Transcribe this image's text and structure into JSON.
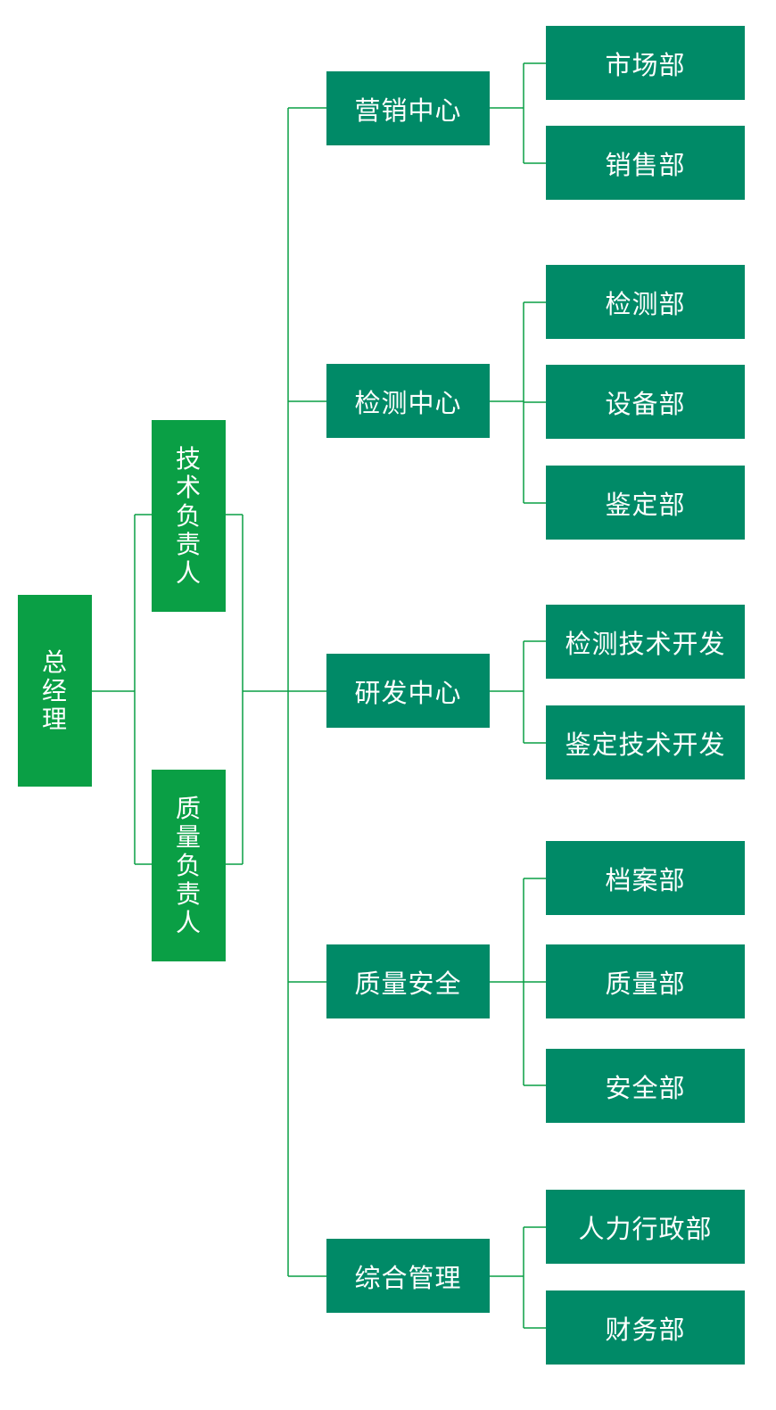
{
  "colors": {
    "root": "#0a9f45",
    "deputy": "#0a9f45",
    "center": "#008a67",
    "department": "#008a67",
    "line": "#0a9f45"
  },
  "root": {
    "label": "总经理"
  },
  "deputies": [
    {
      "label": "技术负责人"
    },
    {
      "label": "质量负责人"
    }
  ],
  "centers": [
    {
      "label": "营销中心",
      "departments": [
        "市场部",
        "销售部"
      ]
    },
    {
      "label": "检测中心",
      "departments": [
        "检测部",
        "设备部",
        "鉴定部"
      ]
    },
    {
      "label": "研发中心",
      "departments": [
        "检测技术开发",
        "鉴定技术开发"
      ]
    },
    {
      "label": "质量安全",
      "departments": [
        "档案部",
        "质量部",
        "安全部"
      ]
    },
    {
      "label": "综合管理",
      "departments": [
        "人力行政部",
        "财务部"
      ]
    }
  ]
}
